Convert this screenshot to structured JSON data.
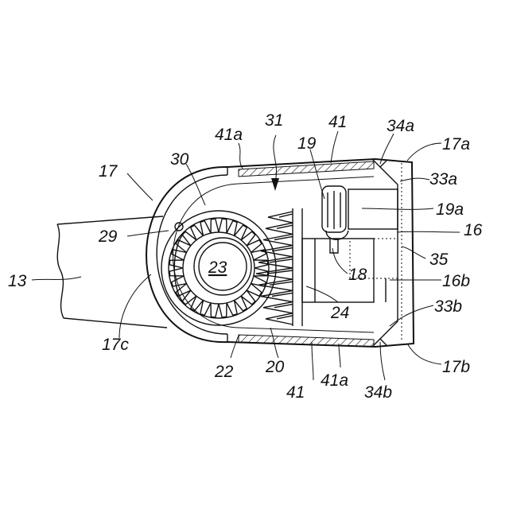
{
  "labels": {
    "l31": "31",
    "l41_top": "41",
    "l34a": "34a",
    "l41a_top": "41a",
    "l19": "19",
    "l17a": "17a",
    "l30": "30",
    "l17": "17",
    "l33a": "33a",
    "l19a": "19a",
    "l16": "16",
    "l29": "29",
    "l23": "23",
    "l35": "35",
    "l13": "13",
    "l18": "18",
    "l16b": "16b",
    "l24": "24",
    "l33b": "33b",
    "l17c": "17c",
    "l22": "22",
    "l20": "20",
    "l41_bot": "41",
    "l41a_bot": "41a",
    "l34b": "34b",
    "l17b": "17b"
  }
}
